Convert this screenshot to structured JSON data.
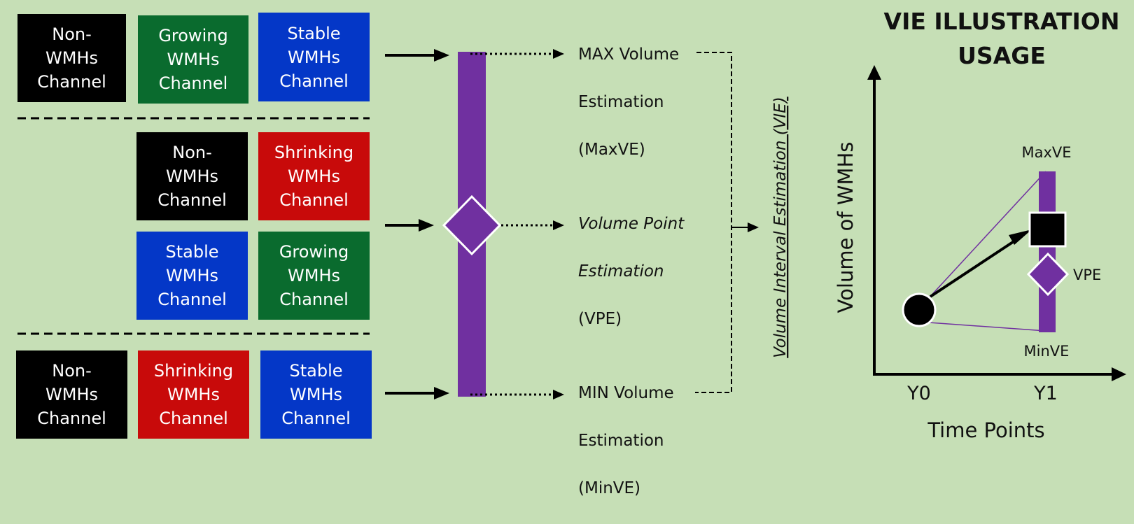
{
  "groups": {
    "max": {
      "boxes": [
        {
          "text": "Non-\nWMHs\nChannel"
        },
        {
          "text": "Growing\nWMHs\nChannel"
        },
        {
          "text": "Stable\nWMHs\nChannel"
        }
      ]
    },
    "mid": {
      "boxes": [
        {
          "text": "Non-\nWMHs\nChannel"
        },
        {
          "text": "Shrinking\nWMHs\nChannel"
        },
        {
          "text": "Stable\nWMHs\nChannel"
        },
        {
          "text": "Growing\nWMHs\nChannel"
        }
      ]
    },
    "min": {
      "boxes": [
        {
          "text": "Non-\nWMHs\nChannel"
        },
        {
          "text": "Shrinking\nWMHs\nChannel"
        },
        {
          "text": "Stable\nWMHs\nChannel"
        }
      ]
    }
  },
  "estimations": {
    "max": {
      "line1": "MAX Volume",
      "line2": "Estimation",
      "line3": "(MaxVE)"
    },
    "vpe": {
      "line1": "Volume Point",
      "line2": "Estimation",
      "line3": "(VPE)"
    },
    "min": {
      "line1": "MIN Volume",
      "line2": "Estimation",
      "line3": "(MinVE)"
    }
  },
  "vie_label": "Volume Interval Estimation (VIE)",
  "illustration": {
    "title_line1": "VIE ILLUSTRATION",
    "title_line2": "USAGE",
    "y_axis_label": "Volume of WMHs",
    "x_axis_label": "Time Points",
    "x_ticks": [
      "Y0",
      "Y1"
    ],
    "max_label": "MaxVE",
    "vpe_label": "VPE",
    "min_label": "MinVE"
  },
  "colors": {
    "background": "#c6dfb6",
    "purple": "#7030a0",
    "non_wmh": "#000000",
    "growing": "#0a6b2e",
    "stable": "#0437c7",
    "shrinking": "#c80a0a"
  }
}
